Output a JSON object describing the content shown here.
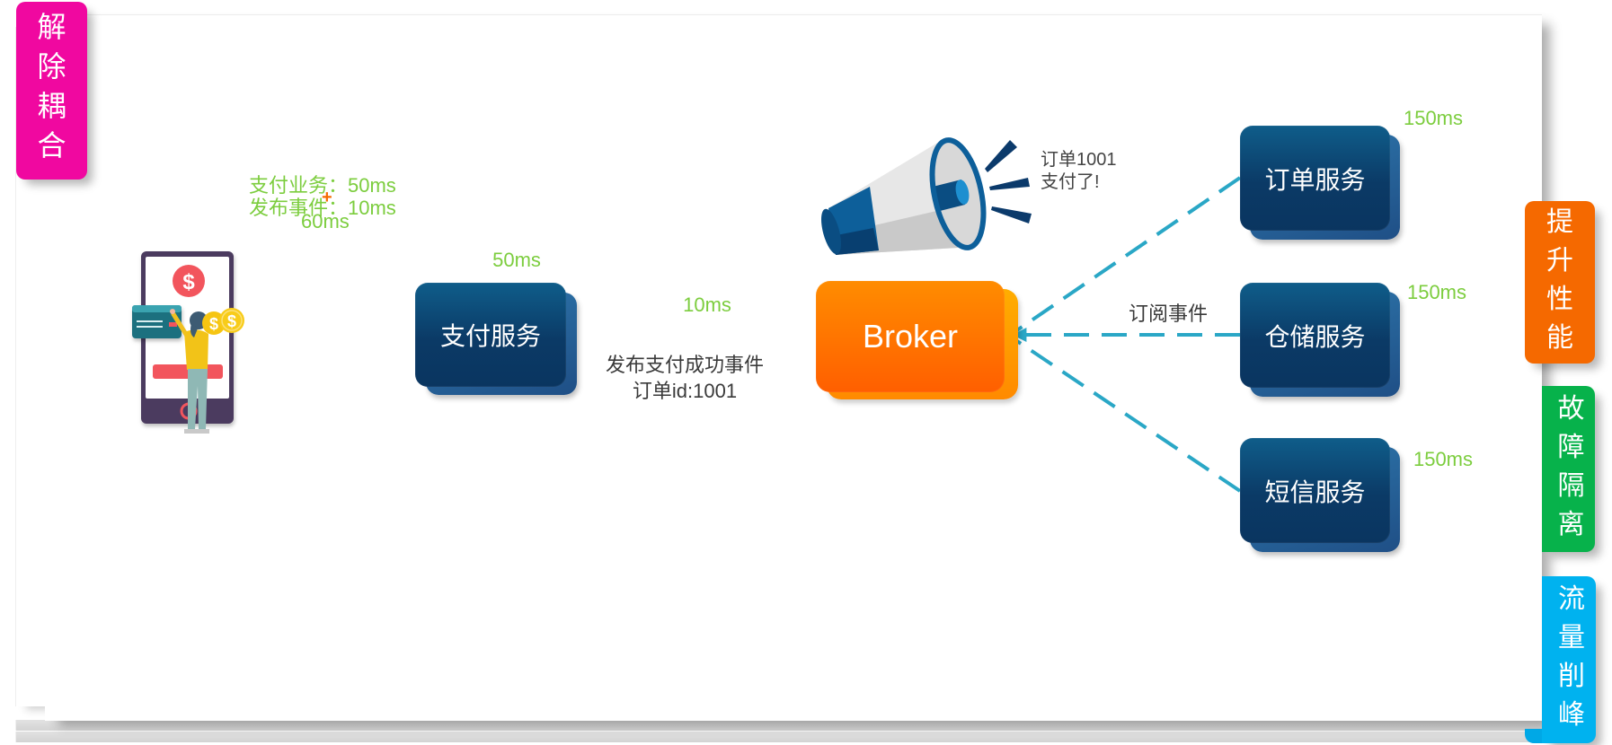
{
  "tabs": {
    "decouple": "解除耦合",
    "performance": "提升性能",
    "fault_isolation": "故障隔离",
    "peak_shaving": "流量削峰"
  },
  "timing": {
    "pay_business": "支付业务：50ms",
    "publish_event": "发布事件：10ms",
    "plus": "+",
    "total": "60ms",
    "pay_service": "50ms",
    "publish": "10ms",
    "order": "150ms",
    "warehouse": "150ms",
    "sms": "150ms"
  },
  "nodes": {
    "pay": "支付服务",
    "broker": "Broker",
    "order": "订单服务",
    "warehouse": "仓储服务",
    "sms": "短信服务"
  },
  "edges": {
    "publish_line1": "发布支付成功事件",
    "publish_line2": "订单id:1001",
    "subscribe": "订阅事件"
  },
  "announcement": {
    "line1": "订单1001",
    "line2": "支付了!"
  },
  "icons": {
    "client": "mobile-payment-icon",
    "broadcast": "megaphone-icon"
  },
  "colors": {
    "timing_green": "#7ccd3e",
    "flow_cyan": "#2aa7c6",
    "node_navy": "#0b3a66",
    "broker_orange": "#ff6a00",
    "tab_pink": "#f008a0",
    "tab_orange": "#f56900",
    "tab_green": "#07b24b",
    "tab_blue": "#00b2ef"
  }
}
